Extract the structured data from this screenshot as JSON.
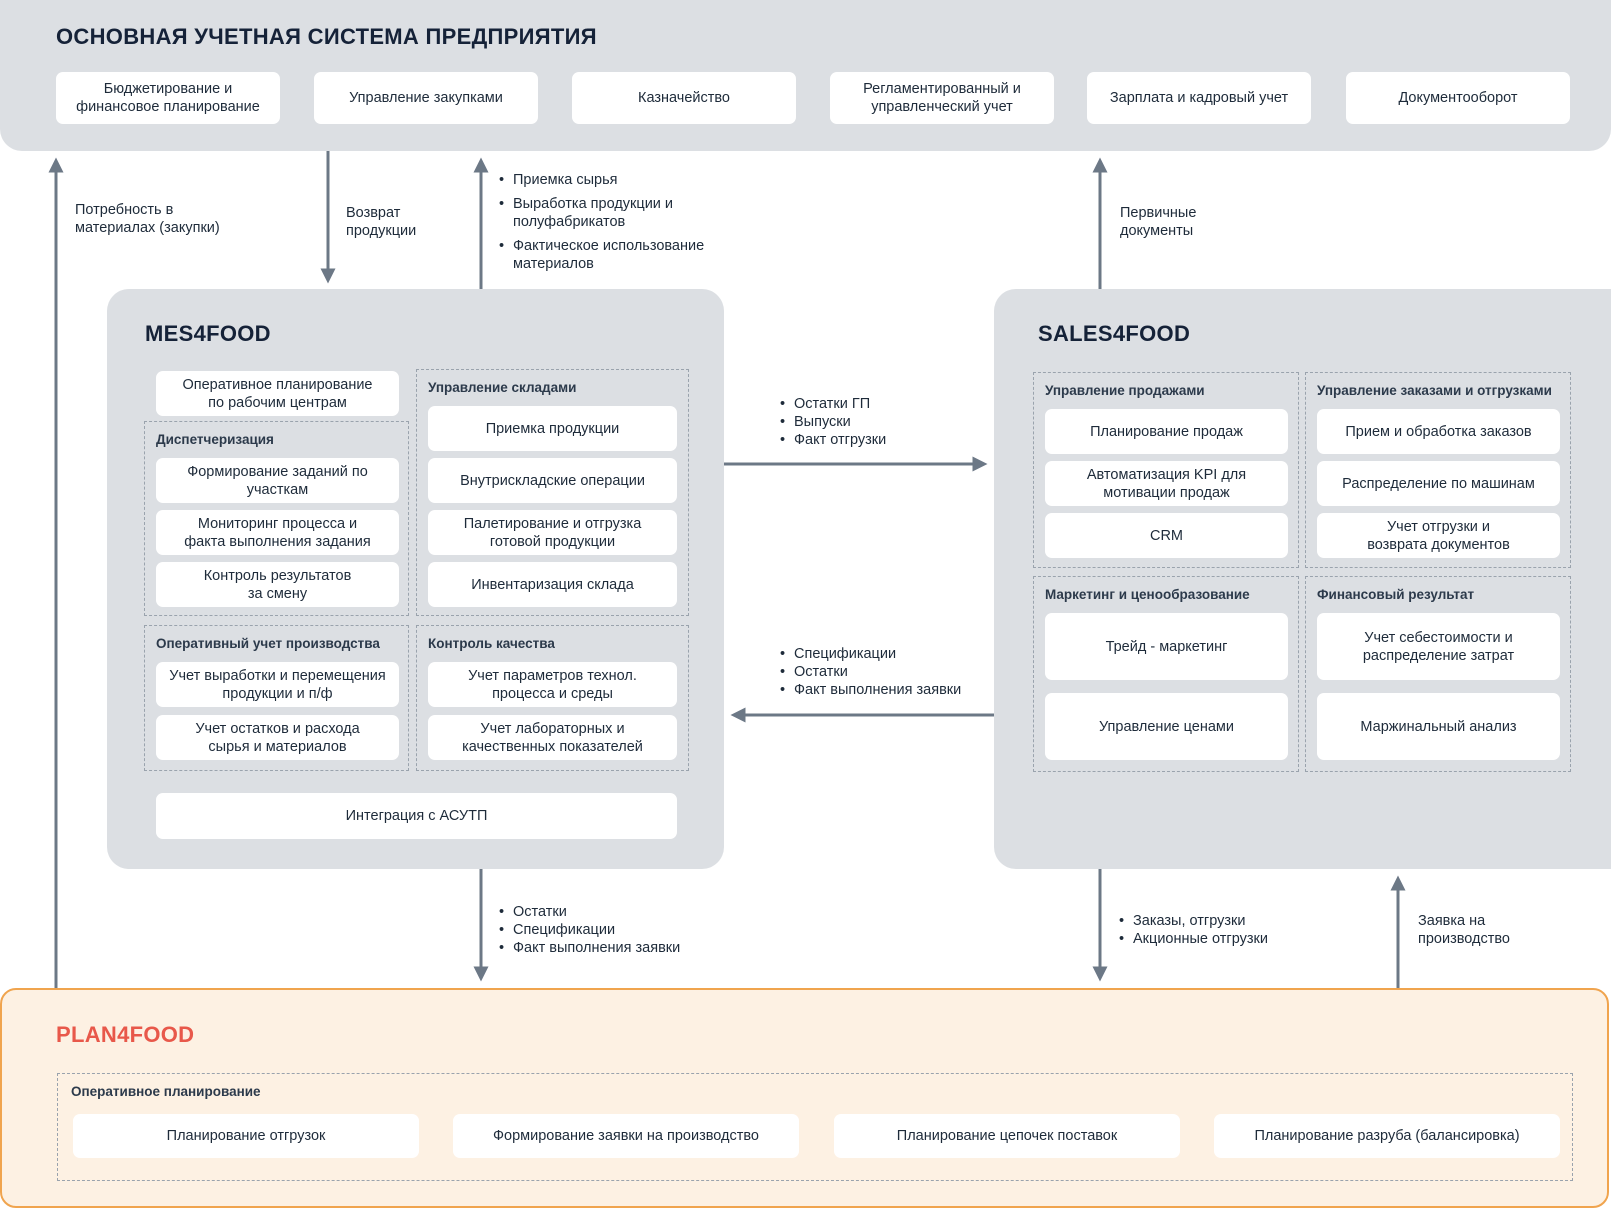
{
  "erp": {
    "title": "ОСНОВНАЯ УЧЕТНАЯ СИСТЕМА ПРЕДПРИЯТИЯ",
    "modules": [
      "Бюджетирование и\nфинансовое планирование",
      "Управление закупками",
      "Казначейство",
      "Регламентированный и\nуправленческий учет",
      "Зарплата и кадровый учет",
      "Документооборот"
    ]
  },
  "mes": {
    "title": "MES4FOOD",
    "planning": "Оперативное планирование\nпо рабочим центрам",
    "dispatch": {
      "title": "Диспетчеризация",
      "items": [
        "Формирование заданий по\nучасткам",
        "Мониторинг процесса и\nфакта выполнения задания",
        "Контроль результатов\nза смену"
      ]
    },
    "warehouse": {
      "title": "Управление складами",
      "items": [
        "Приемка продукции",
        "Внутрискладские операции",
        "Палетирование и отгрузка\nготовой продукции",
        "Инвентаризация склада"
      ]
    },
    "accounting": {
      "title": "Оперативный учет производства",
      "items": [
        "Учет выработки и перемещения\nпродукции и п/ф",
        "Учет остатков и расхода\nсырья и материалов"
      ]
    },
    "quality": {
      "title": "Контроль качества",
      "items": [
        "Учет параметров технол.\nпроцесса и среды",
        "Учет лабораторных и\nкачественных показателей"
      ]
    },
    "integration": "Интеграция с АСУТП"
  },
  "sales": {
    "title": "SALES4FOOD",
    "sales_mgmt": {
      "title": "Управление продажами",
      "items": [
        "Планирование продаж",
        "Автоматизация KPI для\nмотивации продаж",
        "CRM"
      ]
    },
    "orders": {
      "title": "Управление заказами и отгрузками",
      "items": [
        "Прием и обработка заказов",
        "Распределение по машинам",
        "Учет отгрузки и\nвозврата документов"
      ]
    },
    "marketing": {
      "title": "Маркетинг и ценообразование",
      "items": [
        "Трейд - маркетинг",
        "Управление ценами"
      ]
    },
    "finance": {
      "title": "Финансовый результат",
      "items": [
        "Учет себестоимости и\nраспределение затрат",
        "Маржинальный анализ"
      ]
    }
  },
  "plan": {
    "title": "PLAN4FOOD",
    "group_title": "Оперативное планирование",
    "items": [
      "Планирование отгрузок",
      "Формирование заявки на производство",
      "Планирование цепочек поставок",
      "Планирование разруба (балансировка)"
    ]
  },
  "flows": {
    "materials_need": "Потребность в\nматериалах (закупки)",
    "product_return": "Возврат\nпродукции",
    "mes_to_erp": [
      "Приемка сырья",
      "Выработка продукции и\nполуфабрикатов",
      "Фактическое использование\nматериалов"
    ],
    "primary_docs": "Первичные\nдокументы",
    "mes_to_sales": [
      "Остатки ГП",
      "Выпуски",
      "Факт отгрузки"
    ],
    "sales_to_mes": [
      "Спецификации",
      "Остатки",
      "Факт выполнения заявки"
    ],
    "mes_to_plan": [
      "Остатки",
      "Спецификации",
      "Факт выполнения заявки"
    ],
    "sales_to_plan": [
      "Заказы, отгрузки",
      "Акционные отгрузки"
    ],
    "plan_to_sales": "Заявка на\nпроизводство"
  }
}
